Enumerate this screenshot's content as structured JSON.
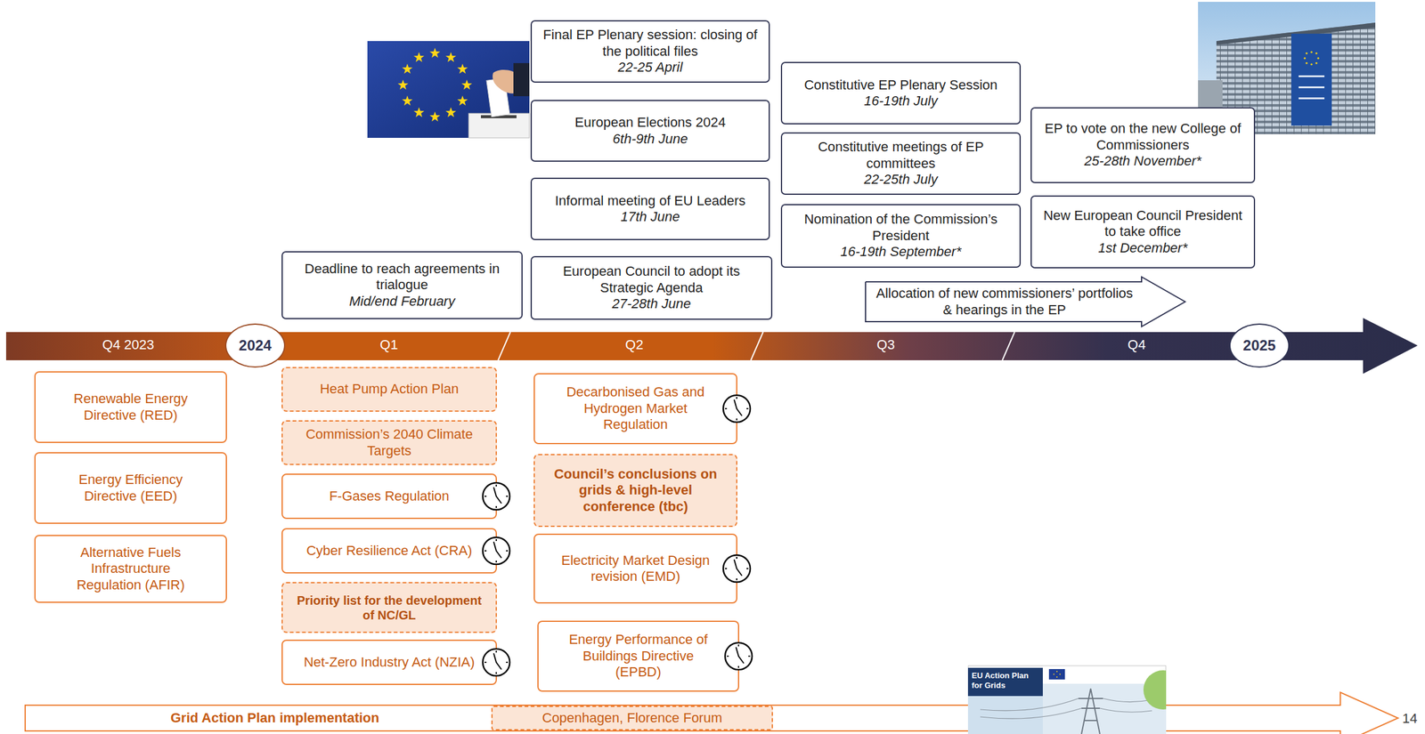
{
  "diagram": {
    "nodes": [
      {
        "text": [
          "Final EP Plenary session: closing of the political files",
          "22-25 April"
        ]
      },
      {
        "text": [
          "European Elections 2024",
          "6th-9th June"
        ]
      },
      {
        "text": [
          "Informal meeting of EU Leaders",
          "17th June"
        ]
      },
      {
        "text": [
          "Deadline to reach agreements in trialogue",
          "Mid/end February"
        ]
      },
      {
        "text": [
          "European Council to adopt its Strategic Agenda",
          "27-28th June"
        ]
      },
      {
        "text": [
          "Constitutive EP Plenary Session",
          "16-19th July"
        ]
      },
      {
        "text": [
          "Constitutive meetings of EP committees",
          "22-25th July"
        ]
      },
      {
        "text": [
          "Nomination of the Commission’s President",
          "16-19th September*"
        ]
      },
      {
        "text": [
          "Allocation of new commissioners’ portfolios & hearings in the EP"
        ]
      },
      {
        "text": [
          "EP to vote on the new College of Commissioners",
          "25-28th November*"
        ]
      },
      {
        "text": [
          "New European Council President to take office",
          "1st December*"
        ]
      },
      {
        "text": [
          "2024"
        ]
      },
      {
        "text": [
          "2025"
        ]
      },
      {
        "text": [
          "Renewable Energy Directive (RED)"
        ]
      },
      {
        "text": [
          "Energy Efficiency Directive (EED)"
        ]
      },
      {
        "text": [
          "Alternative Fuels Infrastructure Regulation (AFIR)"
        ]
      },
      {
        "text": [
          "Heat Pump Action Plan"
        ]
      },
      {
        "text": [
          "Commission’s 2040 Climate Targets"
        ]
      },
      {
        "text": [
          "F-Gases Regulation"
        ]
      },
      {
        "text": [
          "Cyber Resilience Act (CRA)"
        ]
      },
      {
        "text": [
          "Priority list for the development of NC/GL"
        ]
      },
      {
        "text": [
          "Net-Zero Industry Act (NZIA)"
        ]
      },
      {
        "text": [
          "Decarbonised Gas and Hydrogen Market Regulation"
        ]
      },
      {
        "text": [
          "Council’s conclusions on grids & high-level conference (tbc)"
        ]
      },
      {
        "text": [
          "Electricity Market Design revision (EMD)"
        ]
      },
      {
        "text": [
          "Energy Performance of Buildings Directive (EPBD)"
        ]
      },
      {
        "text": [
          "Grid Action Plan implementation"
        ]
      },
      {
        "text": [
          "Copenhagen, Florence Forum"
        ],
        "in": 26
      }
    ],
    "labels": [
      "Q4 2023",
      "Q1",
      "Q2",
      "Q3",
      "Q4",
      "EU Action Plan for Grids",
      "14"
    ]
  }
}
